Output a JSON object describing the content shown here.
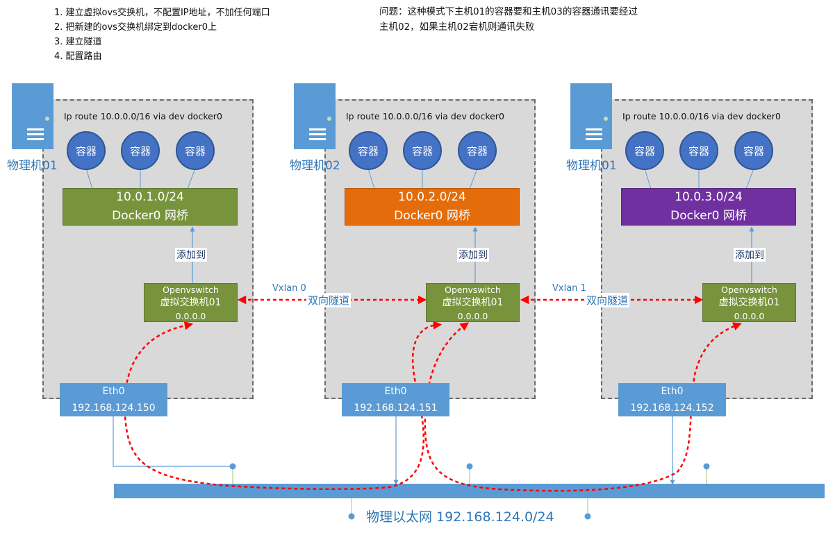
{
  "steps": [
    "1. 建立虚拟ovs交换机，不配置IP地址，不加任何端口",
    "2. 把新建的ovs交换机绑定到docker0上",
    "3. 建立隧道",
    "4. 配置路由"
  ],
  "question": "问题：这种模式下主机01的容器要和主机03的容器通讯要经过主机02，如果主机02宕机则通讯失败",
  "hosts": [
    {
      "name": "物理机01",
      "route": "Ip route 10.0.0.0/16  via dev docker0",
      "containers": [
        "容器",
        "容器",
        "容器"
      ],
      "bridge_subnet": "10.0.1.0/24",
      "bridge_name": "Docker0 网桥",
      "bridge_color": "#77933c",
      "add_label": "添加到",
      "ovs_title": "Openvswitch",
      "ovs_name": "虚拟交换机01",
      "ovs_ip": "0.0.0.0",
      "eth_name": "Eth0",
      "eth_ip": "192.168.124.150"
    },
    {
      "name": "物理机02",
      "route": "Ip route 10.0.0.0/16  via dev docker0",
      "containers": [
        "容器",
        "容器",
        "容器"
      ],
      "bridge_subnet": "10.0.2.0/24",
      "bridge_name": "Docker0 网桥",
      "bridge_color": "#e46c0a",
      "add_label": "添加到",
      "ovs_title": "Openvswitch",
      "ovs_name": "虚拟交换机01",
      "ovs_ip": "0.0.0.0",
      "eth_name": "Eth0",
      "eth_ip": "192.168.124.151"
    },
    {
      "name": "物理机01",
      "route": "Ip route 10.0.0.0/16  via dev docker0",
      "containers": [
        "容器",
        "容器",
        "容器"
      ],
      "bridge_subnet": "10.0.3.0/24",
      "bridge_name": "Docker0 网桥",
      "bridge_color": "#7030a0",
      "add_label": "添加到",
      "ovs_title": "Openvswitch",
      "ovs_name": "虚拟交换机01",
      "ovs_ip": "0.0.0.0",
      "eth_name": "Eth0",
      "eth_ip": "192.168.124.152"
    }
  ],
  "tunnels": [
    {
      "vxlan": "Vxlan 0",
      "label": "双向隧道"
    },
    {
      "vxlan": "Vxlan 1",
      "label": "双向隧道"
    }
  ],
  "network_label": "物理以太网 192.168.124.0/24",
  "colors": {
    "host_box": "#d9d9d9",
    "server": "#5b9bd5",
    "container": "#4472c4",
    "ovs": "#77933c",
    "eth": "#5b9bd5",
    "ethernet_bar": "#5b9bd5",
    "tunnel_line": "#ff0000"
  }
}
